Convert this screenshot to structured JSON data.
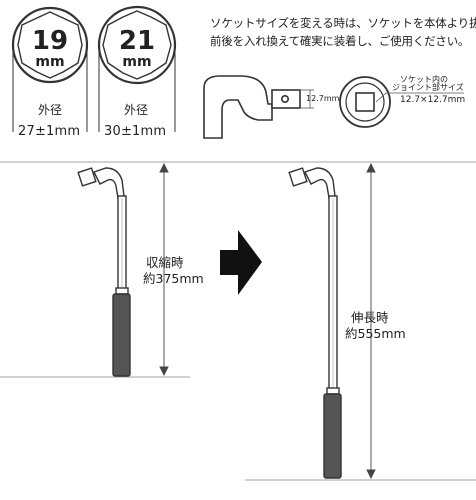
{
  "sockets": [
    {
      "size": "19",
      "unit": "mm",
      "label": "外径",
      "dimension": "27±1mm"
    },
    {
      "size": "21",
      "unit": "mm",
      "label": "外径",
      "dimension": "30±1mm"
    }
  ],
  "instructions": {
    "line1": "ソケットサイズを変える時は、ソケットを本体より抜き",
    "line2": "前後を入れ換えて確実に装着し、ご使用ください。"
  },
  "joint": {
    "arm_dimension": "12.7mm",
    "caption_line1": "ソケット内の",
    "caption_line2": "ジョイント部サイズ",
    "caption_value": "12.7×12.7mm"
  },
  "retracted": {
    "state": "収縮時",
    "length": "約375mm"
  },
  "extended": {
    "state": "伸長時",
    "length": "約555mm"
  },
  "colors": {
    "outline": "#333333",
    "grip": "#555555",
    "arrow": "#111111",
    "guide": "#888888"
  }
}
